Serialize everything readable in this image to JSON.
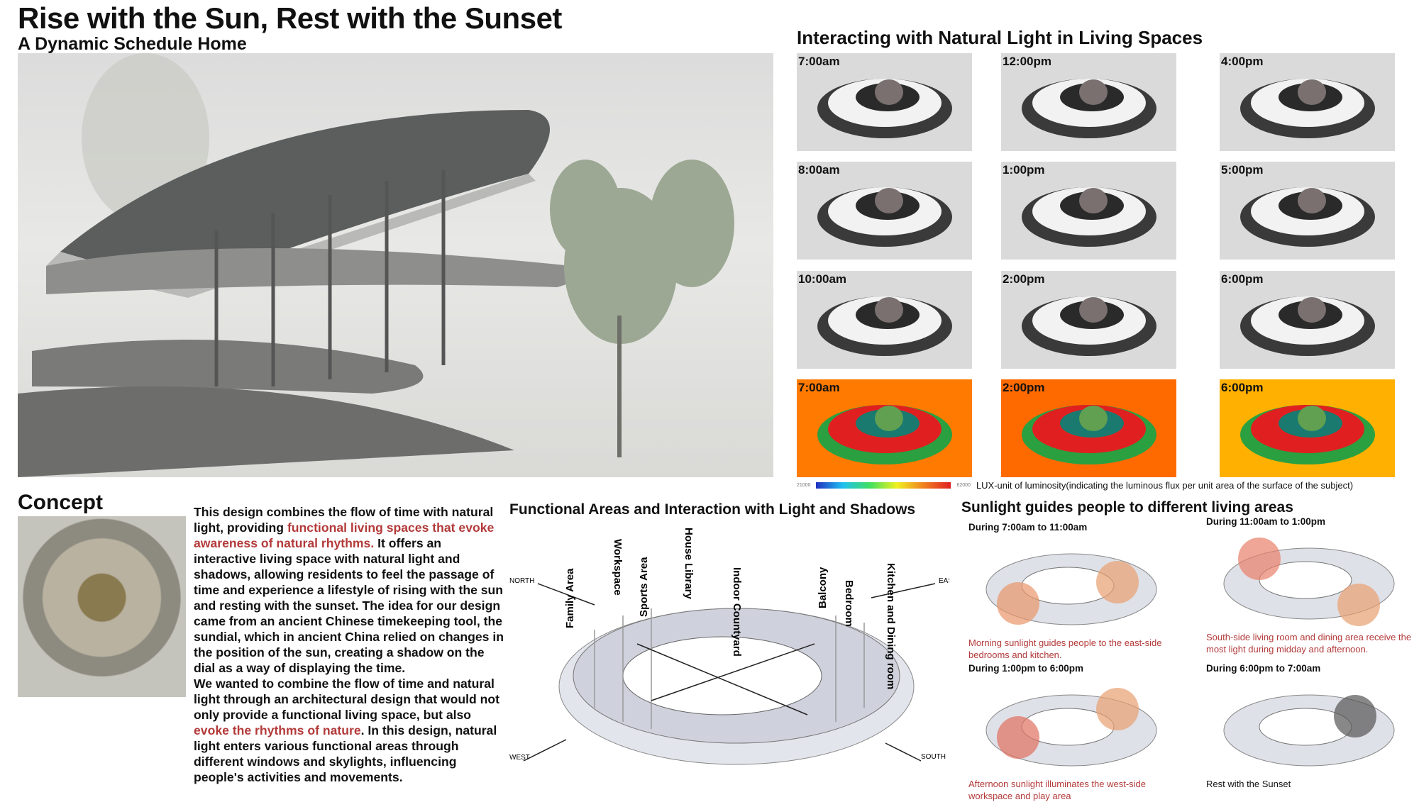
{
  "header": {
    "title": "Rise with the Sun, Rest with the Sunset",
    "subtitle": "A Dynamic Schedule Home"
  },
  "light_section": {
    "title": "Interacting with Natural Light in Living Spaces",
    "render_tiles": [
      [
        "7:00am",
        "12:00pm",
        "4:00pm"
      ],
      [
        "8:00am",
        "1:00pm",
        "5:00pm"
      ],
      [
        "10:00am",
        "2:00pm",
        "6:00pm"
      ]
    ],
    "heatmap_tiles": [
      "7:00am",
      "2:00pm",
      "6:00pm"
    ],
    "heatmap_colors": [
      "#ff7a00",
      "#ff6a00",
      "#ffb000"
    ],
    "legend": {
      "min": "21000",
      "max": "62000",
      "caption": "LUX-unit of luminosity(indicating the luminous flux per unit area of the surface of the subject)"
    }
  },
  "concept": {
    "title": "Concept",
    "p1_a": "This design combines the flow of time with natural light, providing ",
    "p1_red": "functional living spaces that evoke awareness of natural rhythms.",
    "p1_b": " It offers an interactive living space with natural light and shadows, allowing residents to feel the passage of time and experience a lifestyle of rising with the sun and resting with the sunset. The idea for our design came from an ancient Chinese timekeeping tool, the sundial, which in ancient China relied on changes in the position of the sun, creating a shadow on the dial as a way of displaying the time.",
    "p2_a": "We wanted to combine the flow of time and natural light through an architectural design that would not only provide a functional living space, but also ",
    "p2_red": "evoke the rhythms of nature",
    "p2_b": ". In this design, natural light enters various functional areas through different windows and skylights, influencing people's activities and movements."
  },
  "functional": {
    "title": "Functional Areas and Interaction with Light and Shadows",
    "areas": [
      "Family Area",
      "Workspace",
      "Sports Area",
      "House Library",
      "Indoor Countyard",
      "Balcony",
      "Bedroom",
      "Kitchen and Dining room"
    ],
    "directions": {
      "north": "NORTH",
      "east": "EAST",
      "south": "SOUTH",
      "west": "WEST"
    }
  },
  "sunlight": {
    "title": "Sunlight guides people to different living areas",
    "panels": [
      {
        "heading": "During 7:00am to 11:00am",
        "caption": "Morning sunlight guides people to the east-side bedrooms and kitchen."
      },
      {
        "heading": "During 11:00am to 1:00pm",
        "caption": "South-side living room and dining area receive the most light during midday and afternoon."
      },
      {
        "heading": "During 1:00pm to 6:00pm",
        "caption": "Afternoon sunlight illuminates the west-side workspace and play area"
      },
      {
        "heading": "During 6:00pm to 7:00am",
        "caption": "Rest with the Sunset"
      }
    ]
  }
}
